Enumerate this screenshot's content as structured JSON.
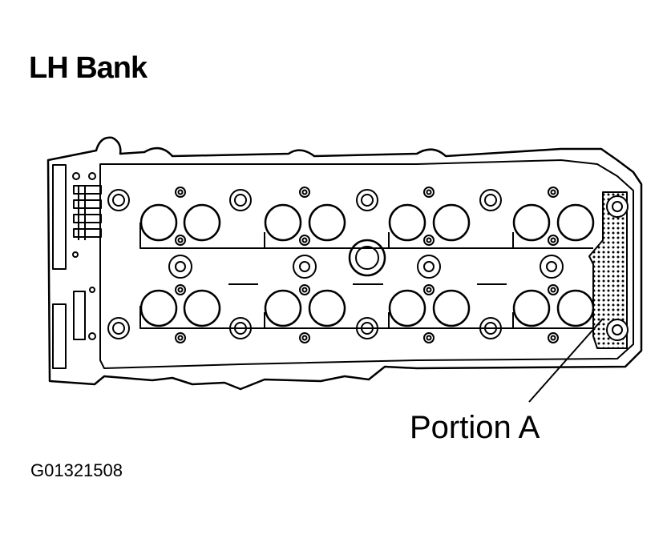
{
  "figure": {
    "title": "LH Bank",
    "callout_label": "Portion A",
    "figure_id": "G01321508"
  }
}
